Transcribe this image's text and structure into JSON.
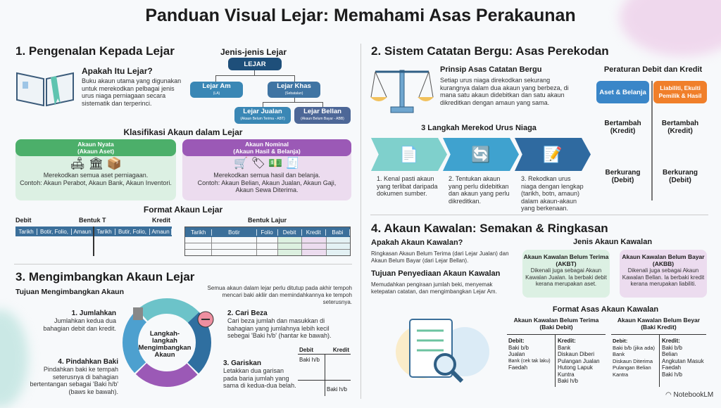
{
  "title": "Panduan Visual Lejar: Memahami Asas Perakaunan",
  "s1": {
    "title": "1. Pengenalan Kepada Lejar",
    "what_title": "Apakah Itu Lejar?",
    "what_text": "Buku akaun utama yang digunakan untuk merekodkan pelbagai jenis urus niaga perniagaan secara sistematik dan terperinci.",
    "tree_title": "Jenis-jenis Lejar",
    "root": "LEJAR",
    "am": "Lejar Am",
    "am_sub": "(LA)",
    "khas": "Lejar Khas",
    "khas_sub": "(Sebatalan)",
    "jualan": "Lejar Jualan",
    "jualan_sub": "(Akaun Belum Terima - ABT)",
    "belian": "Lejar Bellan",
    "belian_sub": "(Akaun Belum Bayar - ABB)",
    "klas_title": "Klasifikasi Akaun dalam Lejar",
    "nyata": {
      "title": "Akaun Nyata",
      "sub": "(Akaun Aset)",
      "text": "Merekodkan semua aset perniagaan.",
      "example": "Contoh: Akaun Perabot, Akaun Bank, Akaun Inventori.",
      "icons": [
        "sofa-icon",
        "bank-icon",
        "box-icon"
      ]
    },
    "nominal": {
      "title": "Akaun Nominal",
      "sub": "(Akaun Hasil & Belanja)",
      "text": "Merekodkan semua hasil dan belanja.",
      "example": "Contoh: Akaun Belian, Akaun Jualan, Akaun Gaji, Akaun Sewa Diterima.",
      "icons": [
        "cart-icon",
        "tag-icon",
        "cash-icon",
        "receipt-icon"
      ]
    },
    "format_title": "Format Akaun Lejar",
    "debit": "Debit",
    "bentuk_t": "Bentuk T",
    "kredit": "Kredit",
    "t_cols": [
      "Tarikh",
      "Botir, Folio,",
      "Amaun",
      "Tarikh",
      "Butir, Folio,",
      "Amaun"
    ],
    "lajur_title": "Bentuk Lajur",
    "lajur_cols": [
      "Tarikh",
      "Botir",
      "Folio",
      "Debit",
      "Kredit",
      "Babi"
    ]
  },
  "s2": {
    "title": "2. Sistem Catatan Bergu: Asas Perekodan",
    "prinsip_title": "Prinsip Asas Catatan Bergu",
    "prinsip_text": "Setiap urus niaga direkodkan sekurang kurangnya dalam dua akaun yang berbeza, di mana satu akaun didebitkan dan satu akaun dikreditkan dengan amaun yang sama.",
    "rules_title": "Peraturan Debit dan Kredit",
    "col1": "Aset & Belanja",
    "col2": "Liabiliti, Ekuiti Pemilik & Hasil",
    "inc1": "Bertambah (Kredit)",
    "inc2": "Bertambah (Kredit)",
    "dec1": "Berkurang (Debit)",
    "dec2": "Berkurang (Debit)",
    "steps_title": "3 Langkah Merekod Urus Niaga",
    "steps": [
      "1. Kenal pasti akaun yang terlibat daripada dokumen sumber.",
      "2. Tentukan akaun yang perlu didebitkan dan akaun yang perlu dikreditkan.",
      "3. Rekodkan urus niaga dengan lengkap (tarikh, botn, amaun) dalam akaun-akaun yang berkenaan."
    ],
    "colors": {
      "blue": "#3a86c8",
      "orange": "#f07f2a"
    }
  },
  "s3": {
    "title": "3. Mengimbangkan Akaun Lejar",
    "sub": "Tujuan Mengimbangkan Akaun",
    "intro": "Semua akaun dalam lejar perlu ditutup pada akhir tempoh mencari baki akliir dan memindahkannya ke tempoh seterusnya.",
    "center": "Langkah-langkah Mengimbangkan Akaun",
    "steps": [
      {
        "title": "1. Jumlahkan",
        "text": "Jumlahkan kedua dua bahagian debit dan kredit."
      },
      {
        "title": "2. Cari Beza",
        "text": "Cari beza jumlah dan masukkan di bahagian yang jumlahnya lebih kecil sebegai 'Baki h/b' (hantar ke bawah)."
      },
      {
        "title": "3. Gariskan",
        "text": "Letakkan dua garisan pada baria jumlah yang sama di kedua-dua belah."
      },
      {
        "title": "4. Pindahkan Baki",
        "text": "Pindahkan baki ke tempah seterusnya di bahagian bertentangan sebagai 'Baki h/b' (baws ke bawah)."
      }
    ],
    "t_debit": "Debit",
    "t_kredit": "Kredit",
    "t_left": "Baki h/b",
    "t_right": "Baki h/b"
  },
  "s4": {
    "title": "4. Akaun Kawalan: Semakan & Ringkasan",
    "what_title": "Apakah Akaun Kawalan?",
    "what_text": "Ringkasan Akaun Belum Terima (dari Lejar Jualan) dan Akaun Belum Bayar (dari Lejar Bellan).",
    "purpose_title": "Tujuan Penyediaan Akaun Kawalan",
    "purpose_text": "Memudahkan pengiraan jumlah beki, menyemak ketepatan catatan, dan mengimbangkan Lejar Am.",
    "types_title": "Jenis Akaun Kawalan",
    "akbt": {
      "title": "Akaun Kawalan Belum Terima (AKBT)",
      "text": "Dikenali juga sebagai Akaun Kawalan Jualan. Ia berbaki debit kerana merupakan aset."
    },
    "akbb": {
      "title": "Akaun Kawalan Belum Bayar (AKBB)",
      "text": "Dikenali juga sebagai Akaun Kawalan Bellan. Ia berbaki kredit kerana merupakan liabiliti."
    },
    "format_title": "Format Asas Akaun Kawalan",
    "t1": {
      "title": "Akaun Kawalan Belum Terima (Baki Debit)",
      "debit_label": "Debit:",
      "debit": [
        "Baki b/b",
        "Jualan",
        "Bank (cek tak laku)",
        "Faedah"
      ],
      "kredit_label": "Kredit:",
      "kredit": [
        "Bank",
        "Diskaun Diberi",
        "Pulangan Jualan",
        "Hutong Lapuk",
        "Kuntra",
        "Baki h/b"
      ]
    },
    "t2": {
      "title": "Akaun Kawalan Belum Beyar (Baki Kredit)",
      "debit_label": "Debit:",
      "debit": [
        "Baki b/b (jika ada)",
        "Bank",
        "Diskaun Diterima",
        "Pulangan Belian",
        "Kantra"
      ],
      "kredit_label": "Kredit:",
      "kredit": [
        "Baki b/b",
        "Belian",
        "Angkutan Masuk",
        "Faedah",
        "Baki h/b"
      ]
    }
  },
  "brand": "NotebookLM"
}
